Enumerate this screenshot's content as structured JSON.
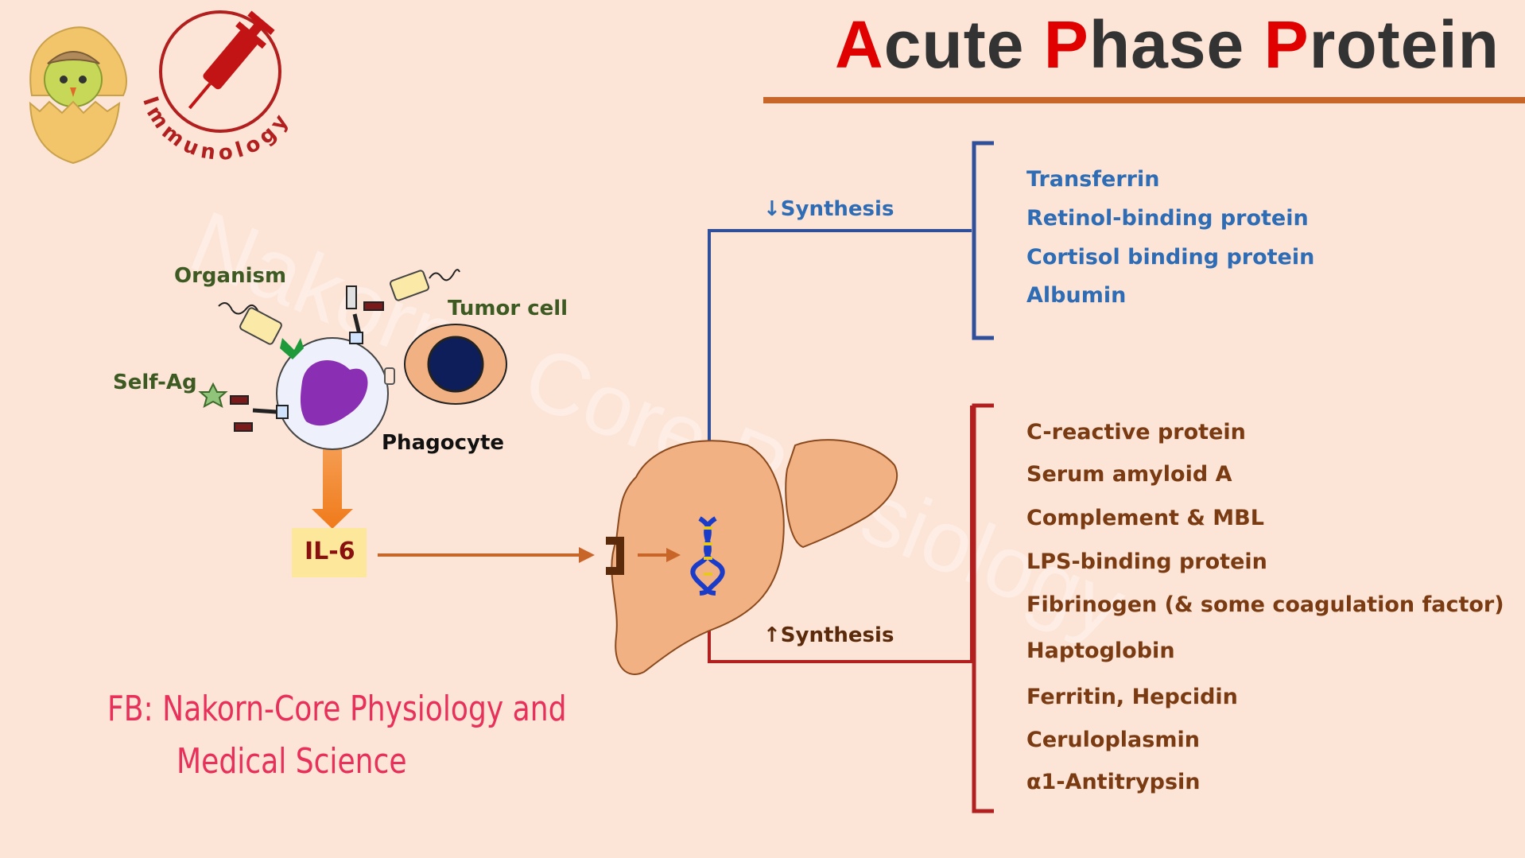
{
  "title": {
    "part1_letter": "A",
    "part1_rest": "cute ",
    "part2_letter": "P",
    "part2_rest": "hase ",
    "part3_letter": "P",
    "part3_rest": "rotein"
  },
  "logo_text": "Immunology",
  "cells": {
    "organism": "Organism",
    "tumor": "Tumor cell",
    "self_ag": "Self-Ag",
    "phagocyte": "Phagocyte"
  },
  "cytokine": "IL-6",
  "decreased": {
    "label": "Synthesis",
    "arrow": "↓",
    "items": [
      "Transferrin",
      "Retinol-binding protein",
      "Cortisol binding protein",
      "Albumin"
    ]
  },
  "increased": {
    "label": "Synthesis",
    "arrow": "↑",
    "items": [
      "C-reactive protein",
      "Serum amyloid A",
      "Complement & MBL",
      "LPS-binding protein",
      "Fibrinogen (& some coagulation factor)",
      "Haptoglobin",
      "Ferritin, Hepcidin",
      "Ceruloplasmin",
      "α1-Antitrypsin"
    ]
  },
  "credit": {
    "line1": "FB: Nakorn-Core Physiology and",
    "line2": "Medical Science"
  },
  "colors": {
    "title_accent": "#e00000",
    "negative": "#2e6db5",
    "positive": "#7a3a12",
    "bracket_neg": "#2f4f9a",
    "bracket_pos": "#b21f1f",
    "liver": "#f2b183",
    "arrow": "#c8662a",
    "credit": "#e8305b"
  }
}
